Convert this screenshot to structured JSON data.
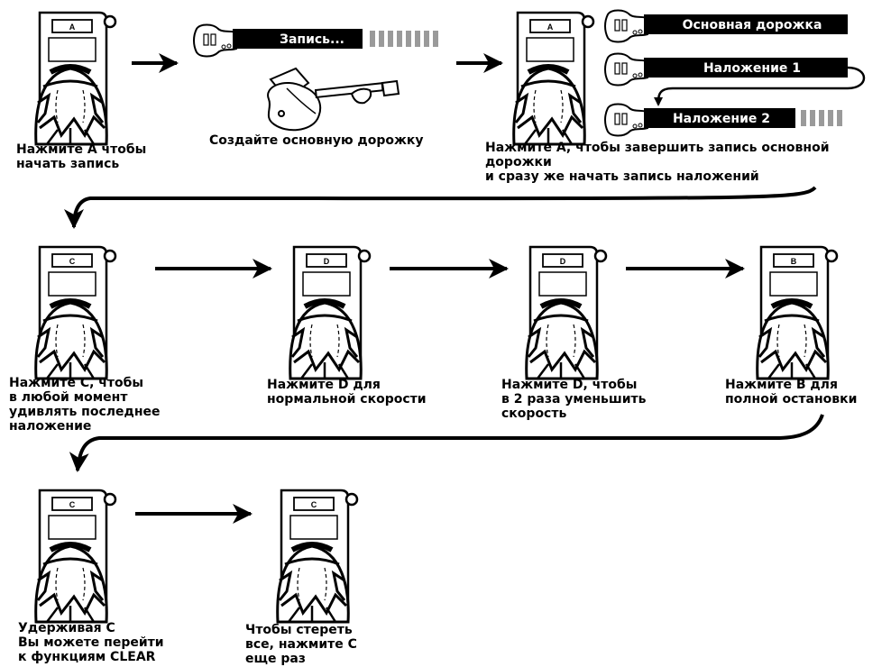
{
  "steps": [
    {
      "pedal": "A",
      "caption": "Нажмите A чтобы\nначать запись"
    },
    {
      "caption": "Создайте основную дорожку"
    },
    {
      "pedal": "A",
      "caption": "Нажмите A, чтобы завершить запись основной дорожки\nи сразу же начать запись наложений"
    },
    {
      "pedal": "C",
      "caption": "Нажмите C, чтобы\nв любой момент\nудивлять последнее\nналожение"
    },
    {
      "pedal": "D",
      "caption": "Нажмите D для\nнормальной скорости"
    },
    {
      "pedal": "D",
      "caption": "Нажмите D, чтобы\nв 2 раза уменьшить\nскорость"
    },
    {
      "pedal": "B",
      "caption": "Нажмите B для\nполной остановки"
    },
    {
      "pedal": "C",
      "caption": "Удерживая C\nВы можете перейти\nк функциям CLEAR"
    },
    {
      "pedal": "C",
      "caption": "Чтобы стереть\nвсе, нажмите C\nеще раз"
    }
  ],
  "tracks": {
    "recording": "Запись...",
    "base": "Основная дорожка",
    "overdub1": "Наложение 1",
    "overdub2": "Наложение 2"
  },
  "colors": {
    "ink": "#000000",
    "pending": "#9a9a9a",
    "paper": "#ffffff"
  }
}
